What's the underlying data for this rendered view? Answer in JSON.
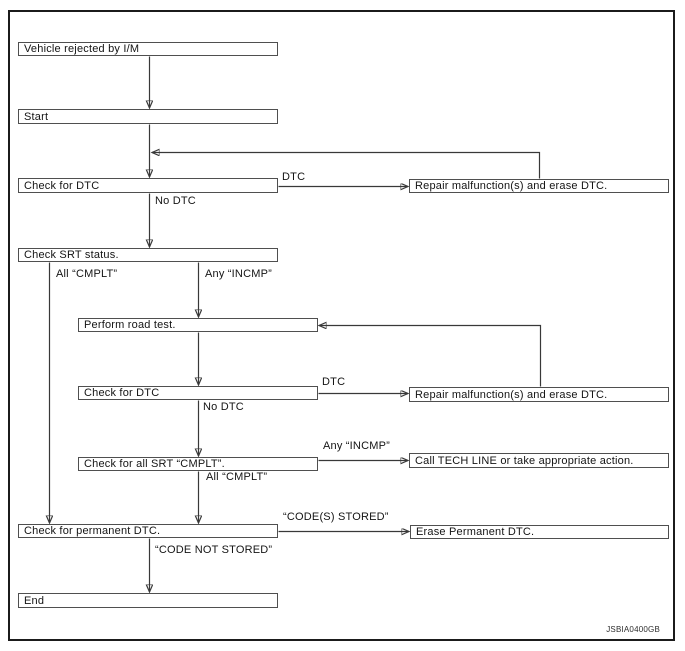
{
  "watermark": "JSBIA0400GB",
  "colors": {
    "background": "#ffffff",
    "frame_border": "#1b1b1b",
    "box_border": "#4f4f4f",
    "line": "#383838",
    "text": "#141414"
  },
  "nodes": {
    "vehicle_rejected": "Vehicle rejected by I/M",
    "start": "Start",
    "check_dtc_1": "Check for DTC",
    "repair_1": "Repair malfunction(s) and erase DTC.",
    "check_srt": "Check SRT status.",
    "road_test": "Perform road test.",
    "check_dtc_2": "Check for DTC",
    "repair_2": "Repair malfunction(s) and erase DTC.",
    "check_all_srt": "Check for all SRT “CMPLT”.",
    "call_tech_line": "Call TECH LINE or take appropriate action.",
    "check_permanent": "Check for permanent DTC.",
    "erase_permanent": "Erase Permanent DTC.",
    "end": "End"
  },
  "edge_labels": {
    "dtc_1": "DTC",
    "no_dtc_1": "No DTC",
    "all_cmplt_1": "All “CMPLT”",
    "any_incmp_1": "Any “INCMP”",
    "dtc_2": "DTC",
    "no_dtc_2": "No DTC",
    "any_incmp_2": "Any “INCMP”",
    "all_cmplt_2": "All “CMPLT”",
    "codes_stored": "“CODE(S) STORED”",
    "code_not_stored": "“CODE NOT STORED”"
  }
}
